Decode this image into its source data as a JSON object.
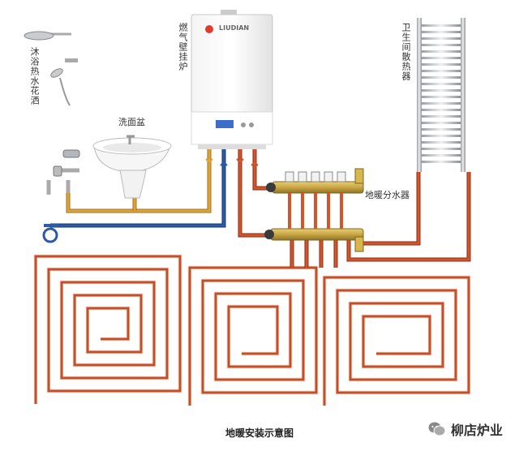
{
  "labels": {
    "shower": "沐浴热水花洒",
    "washbasin": "洗面盆",
    "boiler": "燃气壁挂炉",
    "towel_radiator": "卫生间散热器",
    "manifold": "地暖分水器",
    "caption": "地暖安装示意图",
    "boiler_brand": "LIUDIAN"
  },
  "watermark": {
    "text": "柳店炉业",
    "icon": "wechat-icon"
  },
  "colors": {
    "hot_pipe": "#d2552b",
    "hot_pipe_edge": "#8c2c14",
    "warm_pipe": "#e0a23a",
    "cold_pipe": "#2b5aa8",
    "floor_pipe": "#c0502c",
    "floor_pipe_edge": "#fbe3d6",
    "chrome": "#b9bcc0",
    "brass": "#c9a642"
  }
}
